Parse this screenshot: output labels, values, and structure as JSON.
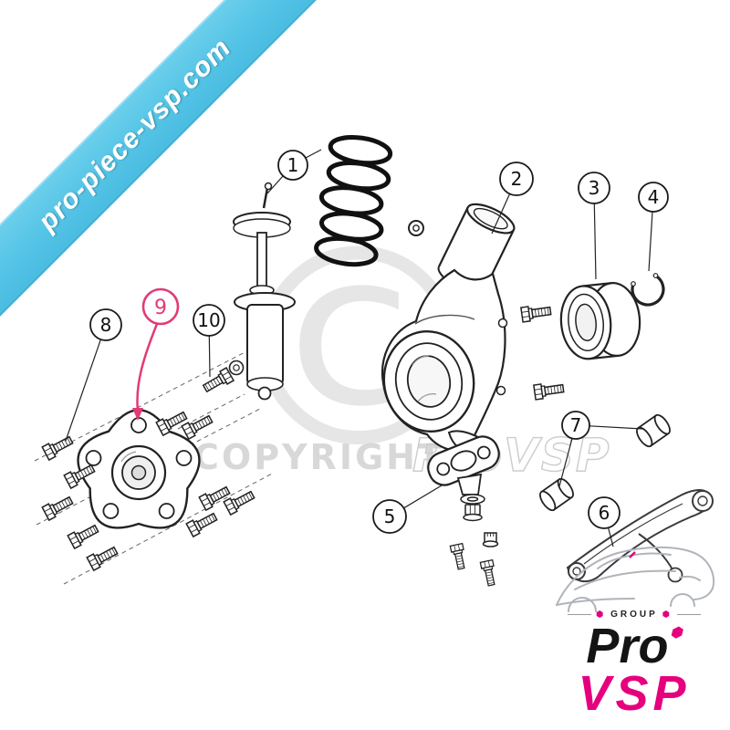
{
  "banner": {
    "text": "pro-piece-vsp.com"
  },
  "watermark": {
    "symbol": "©",
    "copyright": "COPYRIGHT",
    "brand": "ProVSP"
  },
  "diagram": {
    "callouts": [
      {
        "id": "1"
      },
      {
        "id": "2"
      },
      {
        "id": "3"
      },
      {
        "id": "4"
      },
      {
        "id": "5"
      },
      {
        "id": "6"
      },
      {
        "id": "7"
      },
      {
        "id": "8"
      },
      {
        "id": "9"
      },
      {
        "id": "10"
      }
    ],
    "highlighted_callout": "9"
  },
  "logo": {
    "group_label": "GROUP",
    "name_top": "Pro",
    "name_bottom": "VSP"
  },
  "colors": {
    "banner_blue": "#55c4e6",
    "accent_pink": "#e23a78",
    "logo_pink": "#e6007e",
    "line_dark": "#222222",
    "watermark_gray": "#d9d9d9"
  }
}
